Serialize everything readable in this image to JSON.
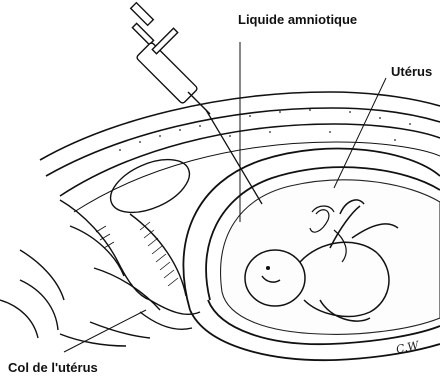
{
  "labels": {
    "amniotic_fluid": "Liquide amniotique",
    "uterus": "Utérus",
    "cervix": "Col de l'utérus"
  },
  "signature": "C.W"
}
